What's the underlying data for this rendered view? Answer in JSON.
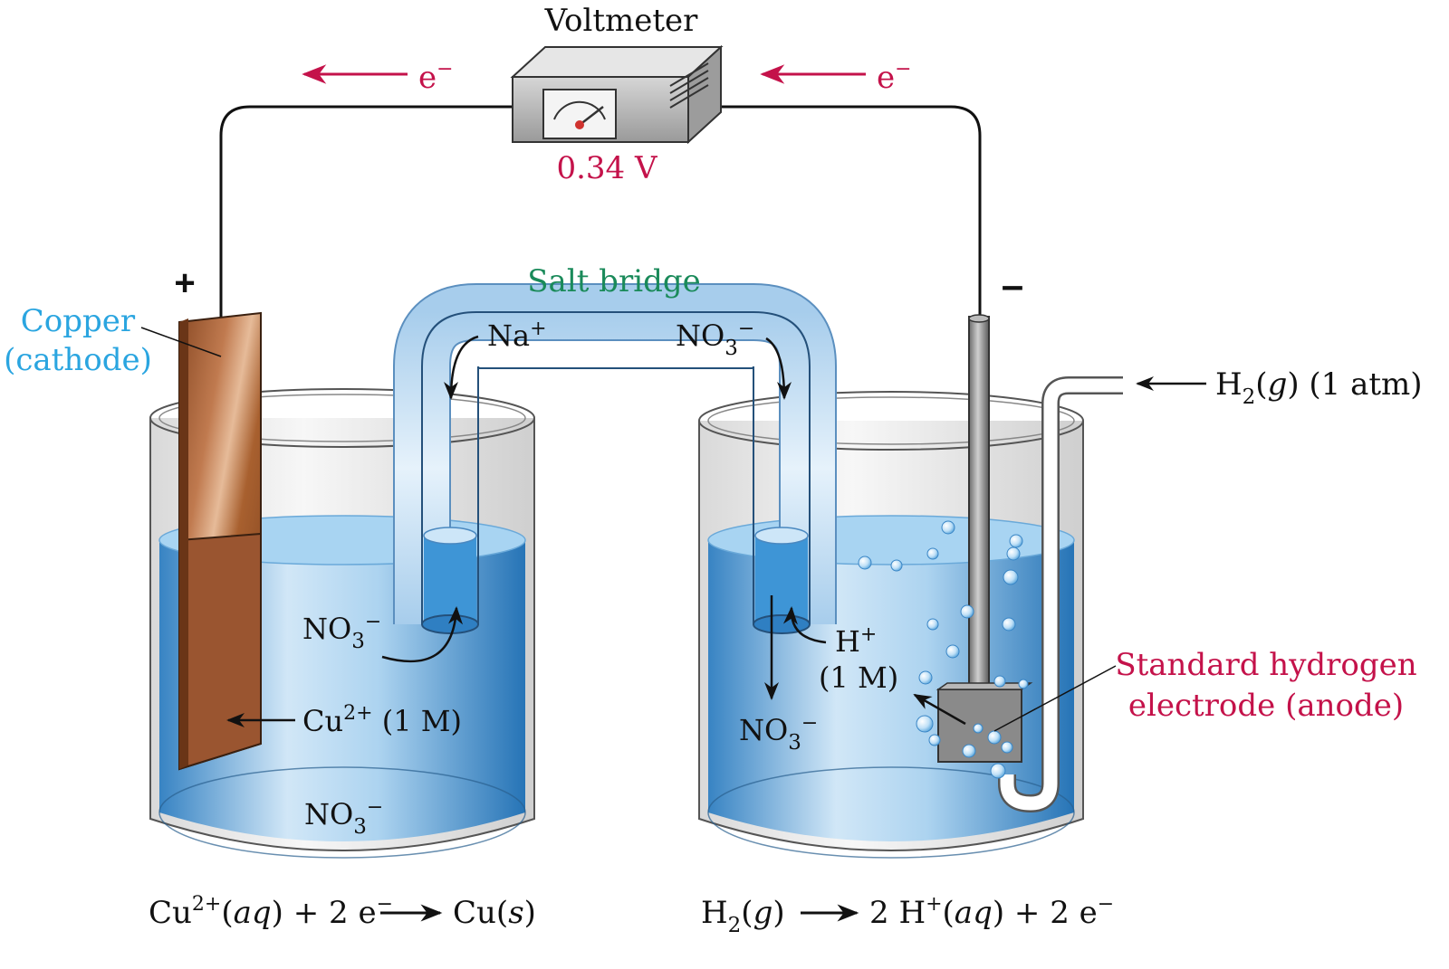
{
  "colors": {
    "electron": "#c4124a",
    "copper_label": "#2aa5e0",
    "salt_bridge_label": "#1a8a5a",
    "anode_label": "#c4124a",
    "text": "#111111",
    "solution": "#3f97d4",
    "copper_electrode": "#9a5530"
  },
  "labels": {
    "voltmeter": "Voltmeter",
    "voltage": "0.34 V",
    "electron_left": "e",
    "electron_right": "e",
    "electron_sup": "−",
    "plus_terminal": "+",
    "minus_terminal": "–",
    "copper_line1": "Copper",
    "copper_line2": "(cathode)",
    "salt_bridge": "Salt bridge",
    "na_ion": "Na",
    "na_sup": "+",
    "no3_bridge": "NO",
    "no3_bridge_sub": "3",
    "no3_bridge_sup": "−",
    "h2_gas_H": "H",
    "h2_gas_sub": "2",
    "h2_gas_open": "(",
    "h2_gas_g": "g",
    "h2_gas_rest": ") (1 atm)",
    "no3_left_top": "NO",
    "no3_left_top_sub": "3",
    "no3_left_top_sup": "−",
    "cu_ion": "Cu",
    "cu_ion_sup": "2+",
    "cu_ion_rest": " (1 M)",
    "no3_left_bottom": "NO",
    "no3_left_bottom_sub": "3",
    "no3_left_bottom_sup": "−",
    "h_ion": "H",
    "h_ion_sup": "+",
    "h_ion_conc": "(1 M)",
    "no3_right": "NO",
    "no3_right_sub": "3",
    "no3_right_sup": "−",
    "she_line1": "Standard hydrogen",
    "she_line2": "electrode (anode)"
  },
  "equations": {
    "cathode": {
      "cu": "Cu",
      "cu_sup": "2+",
      "aq_open": "(",
      "aq": "aq",
      "aq_close": ") + 2 e",
      "e_sup": "−",
      "product": "Cu(",
      "s": "s",
      "close": ")"
    },
    "anode": {
      "h": "H",
      "h_sub": "2",
      "g_open": "(",
      "g": "g",
      "g_close": ")",
      "product": "2 H",
      "h_sup": "+",
      "aq_open": "(",
      "aq": "aq",
      "aq_close": ") + 2 e",
      "e_sup": "−"
    }
  },
  "icons": {
    "voltmeter": "voltmeter-icon",
    "bubbles": "hydrogen-bubbles"
  }
}
